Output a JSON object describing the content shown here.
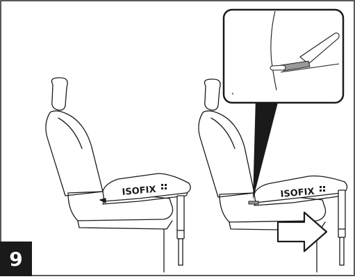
{
  "step_number": "9",
  "logo_text": "ISOFIX",
  "colors": {
    "ink": "#1a1a1a",
    "frame": "#222222",
    "strap": "#9a9a9a",
    "background": "#ffffff"
  },
  "icons": [
    "car-seat-left",
    "car-seat-right",
    "isofix-base-left",
    "isofix-base-right",
    "support-leg-left",
    "support-leg-right",
    "arrow-right-icon",
    "zoom-inset"
  ]
}
